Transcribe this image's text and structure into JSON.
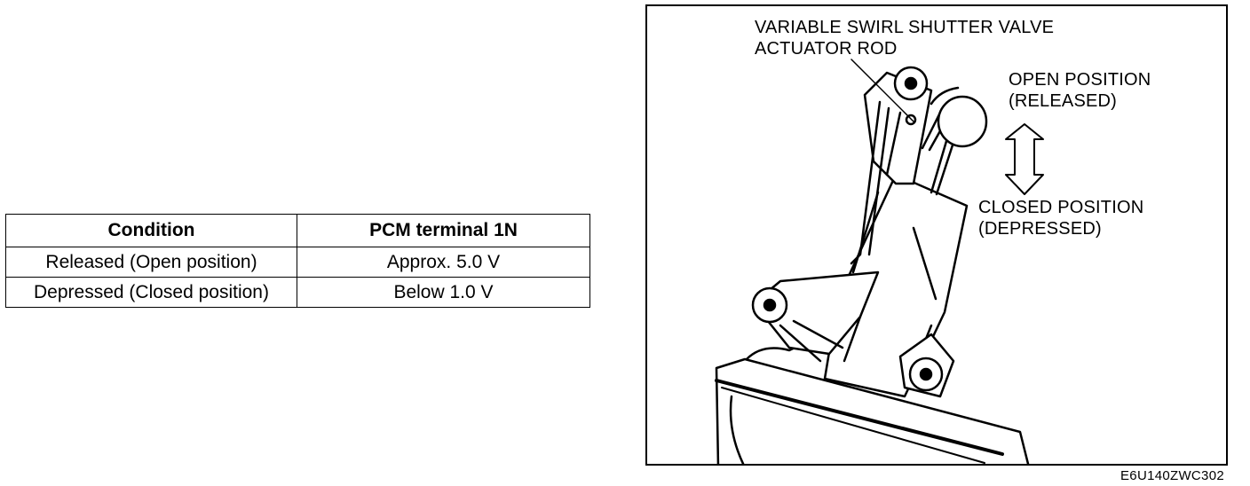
{
  "table": {
    "headers": [
      "Condition",
      "PCM terminal 1N"
    ],
    "rows": [
      [
        "Released (Open position)",
        "Approx. 5.0 V"
      ],
      [
        "Depressed (Closed position)",
        "Below 1.0 V"
      ]
    ]
  },
  "figure": {
    "label_rod_line1": "VARIABLE SWIRL SHUTTER VALVE",
    "label_rod_line2": "ACTUATOR ROD",
    "label_open_line1": "OPEN POSITION",
    "label_open_line2": "(RELEASED)",
    "label_closed_line1": "CLOSED POSITION",
    "label_closed_line2": "(DEPRESSED)",
    "code": "E6U140ZWC302"
  }
}
